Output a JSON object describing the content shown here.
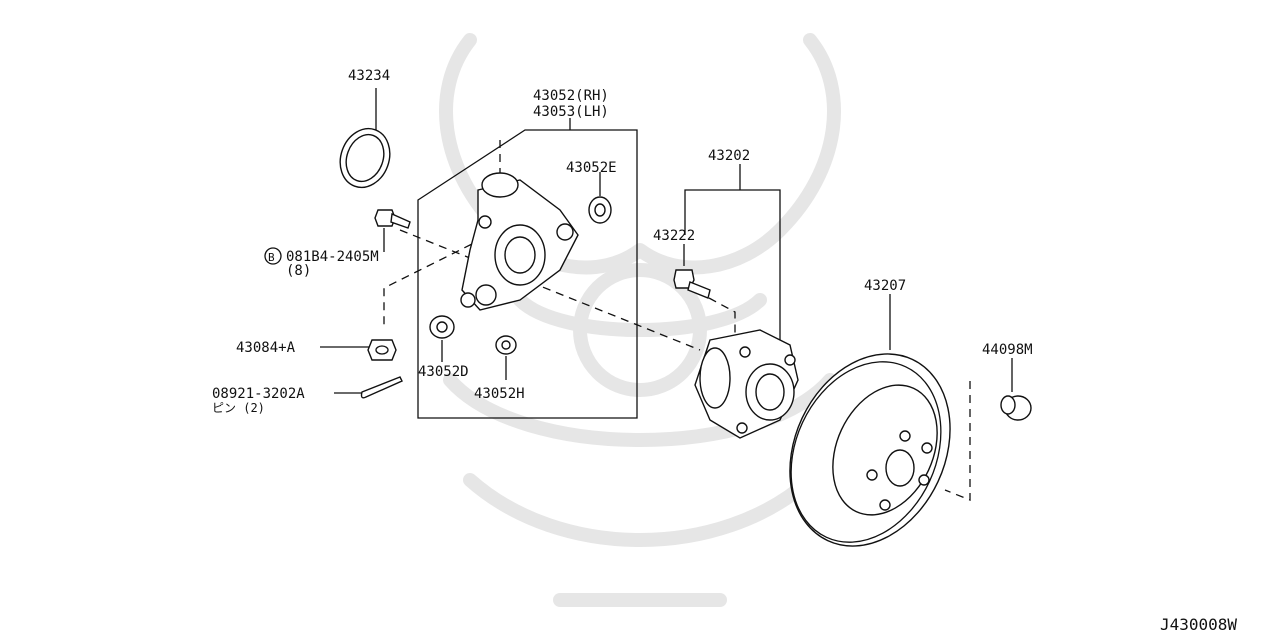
{
  "labels": {
    "seal": "43234",
    "knuckle_rh": "43052(RH)",
    "knuckle_lh": "43053(LH)",
    "bushing_e": "43052E",
    "bushing_d": "43052D",
    "bushing_h": "43052H",
    "bolt_code": "081B4-2405M",
    "bolt_qty": "(8)",
    "bolt_circle_letter": "B",
    "nut": "43084+A",
    "pin_code": "08921-3202A",
    "pin_name": "ピン (2)",
    "hub": "43202",
    "hub_bolt": "43222",
    "rotor": "43207",
    "plug": "44098M"
  },
  "diagram_id": "J430008W"
}
